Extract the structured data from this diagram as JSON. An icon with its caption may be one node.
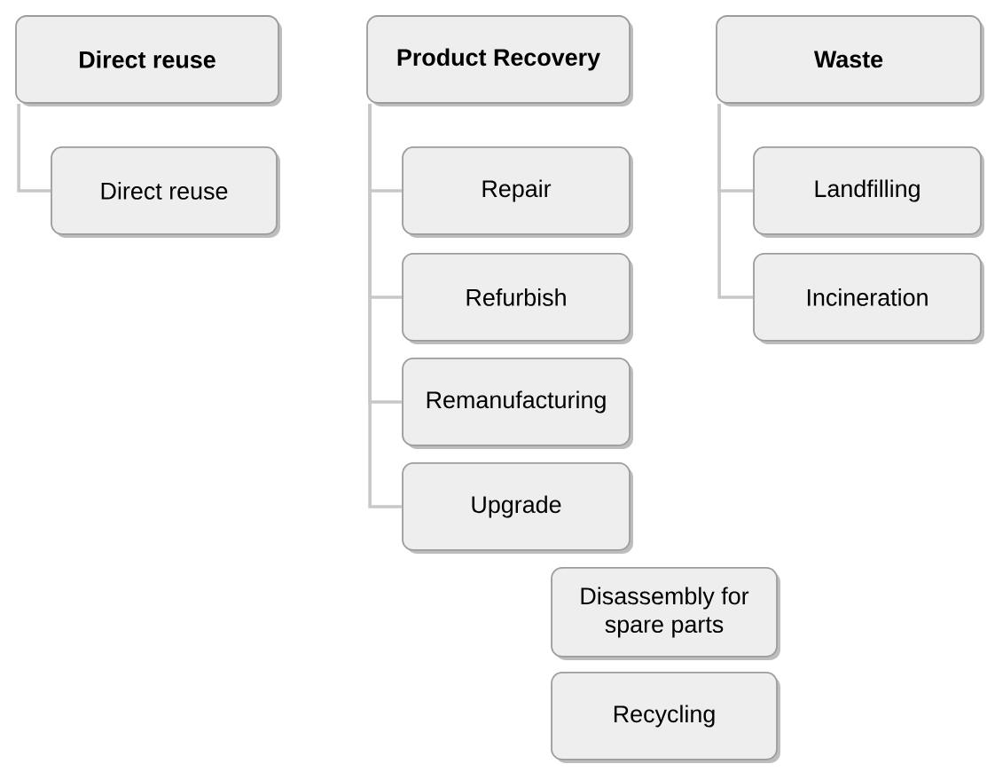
{
  "diagram": {
    "nodes": [
      {
        "text": [
          "Direct reuse"
        ]
      },
      {
        "text": [
          "Direct reuse"
        ]
      },
      {
        "text": [
          "Product Recovery"
        ]
      },
      {
        "text": [
          "Repair"
        ]
      },
      {
        "text": [
          "Refurbish"
        ]
      },
      {
        "text": [
          "Remanufacturing"
        ]
      },
      {
        "text": [
          "Upgrade"
        ]
      },
      {
        "text": [
          "Waste"
        ]
      },
      {
        "text": [
          "Landfilling"
        ]
      },
      {
        "text": [
          "Incineration"
        ]
      },
      {
        "text": [
          "Disassembly for spare parts"
        ]
      },
      {
        "text": [
          "Recycling"
        ]
      }
    ],
    "edges": [
      {
        "from": 0,
        "to": 1,
        "arrow": "none"
      },
      {
        "from": 2,
        "to": 3,
        "arrow": "none"
      },
      {
        "from": 2,
        "to": 4,
        "arrow": "none"
      },
      {
        "from": 2,
        "to": 5,
        "arrow": "none"
      },
      {
        "from": 2,
        "to": 6,
        "arrow": "none"
      },
      {
        "from": 7,
        "to": 8,
        "arrow": "none"
      },
      {
        "from": 7,
        "to": 9,
        "arrow": "none"
      }
    ]
  }
}
